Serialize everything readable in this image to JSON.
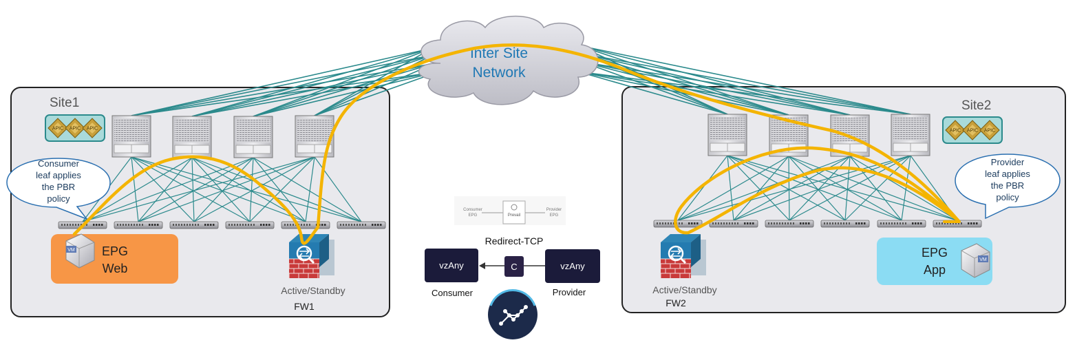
{
  "cloud": {
    "line1": "Inter Site",
    "line2": "Network"
  },
  "site1": {
    "label": "Site1",
    "apic_labels": [
      "APIC",
      "APIC",
      "APIC"
    ],
    "bubble_lines": [
      "Consumer",
      "leaf applies",
      "the PBR",
      "policy"
    ],
    "epg_line1": "EPG",
    "epg_line2": "Web",
    "vm_label": "VM",
    "fw_caption": "Active/Standby",
    "fw_name": "FW1"
  },
  "site2": {
    "label": "Site2",
    "apic_labels": [
      "APIC",
      "APIC",
      "APIC"
    ],
    "bubble_lines": [
      "Provider",
      "leaf applies",
      "the PBR",
      "policy"
    ],
    "epg_line1": "EPG",
    "epg_line2": "App",
    "vm_label": "VM",
    "fw_caption": "Active/Standby",
    "fw_name": "FW2"
  },
  "contract": {
    "mini_consumer": [
      "Consumer",
      "EPG"
    ],
    "mini_provider": [
      "Provider",
      "EPG"
    ],
    "mini_service": "Prevail",
    "redirect_label": "Redirect-TCP",
    "consumer_box": "vzAny",
    "provider_box": "vzAny",
    "contract_letter": "C",
    "consumer_label": "Consumer",
    "provider_label": "Provider"
  },
  "colors": {
    "site_bg": "#e9e9ed",
    "link_teal": "#2b8a8c",
    "path_yellow": "#f4b400",
    "epg_web": "#f79646",
    "epg_app": "#8bdcf3",
    "cloud_text": "#1f78b4",
    "vzany_box": "#1b1b3a",
    "contract_box": "#2a2246"
  }
}
